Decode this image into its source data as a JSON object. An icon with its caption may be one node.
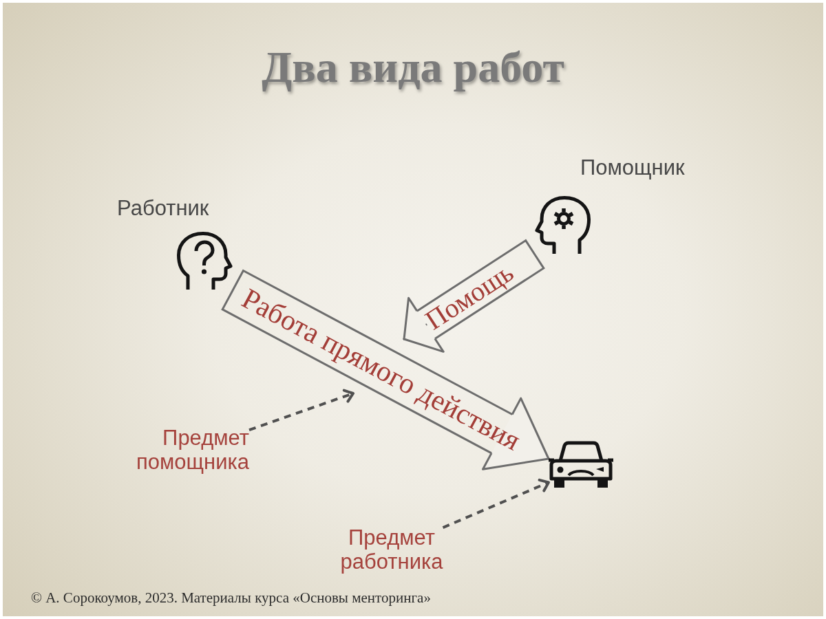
{
  "diagram": {
    "title": "Два вида работ",
    "caption": "© А. Сорокоумов, 2023. Материалы курса «Основы менторинга»",
    "nodes": [
      {
        "text": [
          "Работник"
        ]
      },
      {
        "text": [
          "Помощник"
        ]
      },
      {
        "text": [],
        "shape": "picture"
      },
      {
        "text": [
          "Предмет помощника"
        ]
      },
      {
        "text": [
          "Предмет работника"
        ]
      }
    ],
    "edges": [
      {
        "from": 0,
        "to": 2,
        "arrow": "to",
        "label": "Работа прямого действия"
      },
      {
        "from": 1,
        "to": null,
        "arrow": "to",
        "label": "Помощь"
      },
      {
        "from": 3,
        "to": null,
        "arrow": "to",
        "style": "dashed"
      },
      {
        "from": 4,
        "to": 2,
        "arrow": "to",
        "style": "dashed"
      }
    ]
  }
}
